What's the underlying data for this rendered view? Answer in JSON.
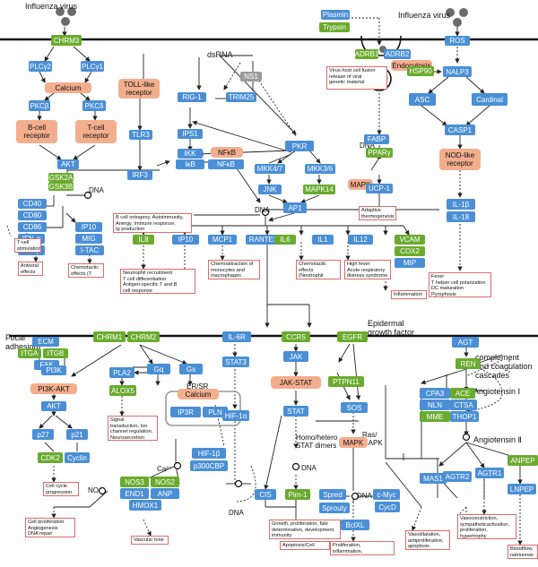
{
  "labels": {
    "influenza_left": "Influenza virus",
    "influenza_right": "Influenza virus",
    "dsrna": "dsRNA",
    "dna_mid": "DNA",
    "dna_left": "DNA",
    "dna_ucp": "DNA",
    "dna_pim": "DNA",
    "dna_spred": "DNA",
    "dna_bottom": "DNA",
    "focal_adhesion": "Focal\nadhesion",
    "egf_label": "Epidermal\ngrowth factor",
    "er_sr": "ER/SR",
    "ca2": "Ca²⁺",
    "no": "NO",
    "homo_hetero": "Homo/hetero\nSTAT dimers",
    "ras_mapk": "Ras/\nMAPK",
    "complement": "complement\nand coagulation\ncascades",
    "angiotensin1": "Angiotensin Ⅰ",
    "angiotensin2": "Angiotensin Ⅱ"
  },
  "nodes": {
    "chrm3": "CHRM3",
    "plcg2": "PLCγ2",
    "plcg1": "PLCγ1",
    "calcium_top": "Calcium",
    "pkcb": "PKCβ",
    "pkcd": "PKCδ",
    "bcell": "B-cell\nreceptor",
    "tcell": "T-cell\nreceptor",
    "akt_top": "AKT",
    "gsk2a": "GSK2A",
    "gsk3b": "GSK3B",
    "tlr_rect": "TOLL-like\nreceptor",
    "tlr3": "TLR3",
    "irf3": "IRF3",
    "ns1": "NS1",
    "rig1": "RIG-1",
    "trim25": "TRIM25",
    "ips1": "IPS1",
    "ikk": "IKK",
    "ikb": "IκB",
    "nfkb_salmon": "NFκB",
    "nfkb": "NFκB",
    "pkr": "PKR",
    "mkk47": "MKK4/7",
    "mkk36": "MKK3/6",
    "jnk": "JNK",
    "mapk14": "MAPK14",
    "mapk_salmon_top": "MAPK",
    "ap1": "AP1",
    "plasmin": "Plasmin",
    "trypsin": "Trypsin",
    "adrb1": "ADRB1",
    "adrb2": "ADRB2",
    "endocytosis": "Endocytosis",
    "fabp": "FABP",
    "ppary": "PPARγ",
    "ucp1": "UCP-1",
    "ros": "ROS",
    "hsp90": "HSP90",
    "nalp3": "NALP3",
    "asc": "ASC",
    "cardinal": "Cardinal",
    "casp1": "CASP1",
    "nod": "NOD-like\nreceptor",
    "il1b": "IL-1β",
    "il18": "IL-18",
    "cd40": "CD40",
    "cd80": "CD80",
    "cd86": "CD86",
    "ifna": "IFN-α",
    "ifnb": "IFN-β",
    "ip10a": "IP10",
    "mig": "MIG",
    "itac": "I-TAC",
    "il8": "IL8",
    "ip10b": "IP10",
    "mcp1": "MCP1",
    "rantes": "RANTES",
    "il6": "IL6",
    "il1": "IL1",
    "il12": "IL12",
    "vcam": "VCAM",
    "cox2": "COX2",
    "mip": "MIP",
    "ecm": "ECM",
    "itga": "ITGA",
    "itgb": "ITGB",
    "fak": "FAK",
    "chrm1": "CHRM1",
    "chrm2": "CHRM2",
    "il6r": "IL-6R",
    "ccr5": "CCR5",
    "egfr": "EGFR",
    "pi3k": "PI3K",
    "pi3kakt": "PI3K-AKT",
    "akt_bottom": "AKT",
    "p27": "p27",
    "p21": "p21",
    "cdk2": "CDK2",
    "cyclin": "Cyclin",
    "pla2": "PLA2",
    "alox5": "ALOX5",
    "gq": "Gq",
    "gs": "Gs",
    "calcium_mid": "Calcium",
    "ip3r": "IP3R",
    "pln": "PLN",
    "stat3": "STAT3",
    "hif1a": "HIF-1α",
    "hif1b": "HIF-1β",
    "p300cbp": "p300CBP",
    "jak": "JAK",
    "jakstat": "JAK-STAT",
    "stat": "STAT",
    "ptpn11": "PTPN11",
    "sos": "SOS",
    "mapk_salmon_bottom": "MAPK",
    "cis": "CIS",
    "pim1": "Pim-1",
    "spred": "Spred",
    "sprouty": "Sprouty",
    "cmyc": "c-Myc",
    "cycd": "CycD",
    "bclxl": "BclXL",
    "nos3": "NOS3",
    "nos2": "NOS2",
    "end1": "END1",
    "anp": "ANP",
    "hmox1": "HMOX1",
    "agt": "AGT",
    "ren": "REN",
    "cpa3": "CPA3",
    "ace": "ACE",
    "nln": "NLN",
    "ctsa": "CTSA",
    "mme": "MME",
    "thop1": "THOP1",
    "anpep": "ANPEP",
    "mas1": "MAS1",
    "agtr2": "AGTR2",
    "agtr1": "AGTR1",
    "lnpep": "LNPEP"
  },
  "notes": {
    "virus_host": "Virus-host cell fusion\nrelease of viral\ngenetic material",
    "adaptive": "Adaptive\nthermogenesis",
    "bcell_ontogeny": "B cell ontogeny, Autoimmunity,\nAnergy, Immune response,\nIg production",
    "tcell_stim": "T-cell\nstimulation",
    "antiviral": "Antiviral\neffects",
    "chemotactic_t": "Chemotactic\neffects (T cell)",
    "neutrophil": "Neutrophil recruitment\nT cell differentiation\nAntigen-specific T and B\ncell response",
    "chemoattraction": "Chemoattraction of\nmonocytes and\nmacrophages",
    "chemotactic_n": "Chemotactic\neffects\n(Neutrophil Immature DC)",
    "high_fever": "High fever\nAcute  respiratory\ndistress syndrome",
    "inflammation": "Inflammation",
    "fever": "Fever\nT helper cell polarization\nDC maturation\nPyrophosis",
    "signal": "Signal\ntransduction, Ion\nchannel regulation,\nNeurosecretion",
    "cell_cycle": "Cell cycle\nprogression",
    "cell_prolif": "Cell proliferation\nAngiogenesis\nDNA repair",
    "vascular": "Vascular tone",
    "growth": "Growth, proliferation, fate\ndetermination, development,\nimmunity",
    "apoptosis": "Apoptosis/Cell cycle",
    "prolif_inflam": "Proliferation, inflammation,\nanti-apoptosis",
    "vasodil1": "Vasodilatation,\nantiproliferative,\napoptosis",
    "vasoconst": "Vasoconstriction,\nsympatheticactivation,\nproliferation,\nhypertrophy",
    "bloodflow": "Bloodflow,\nnatriuresis"
  }
}
